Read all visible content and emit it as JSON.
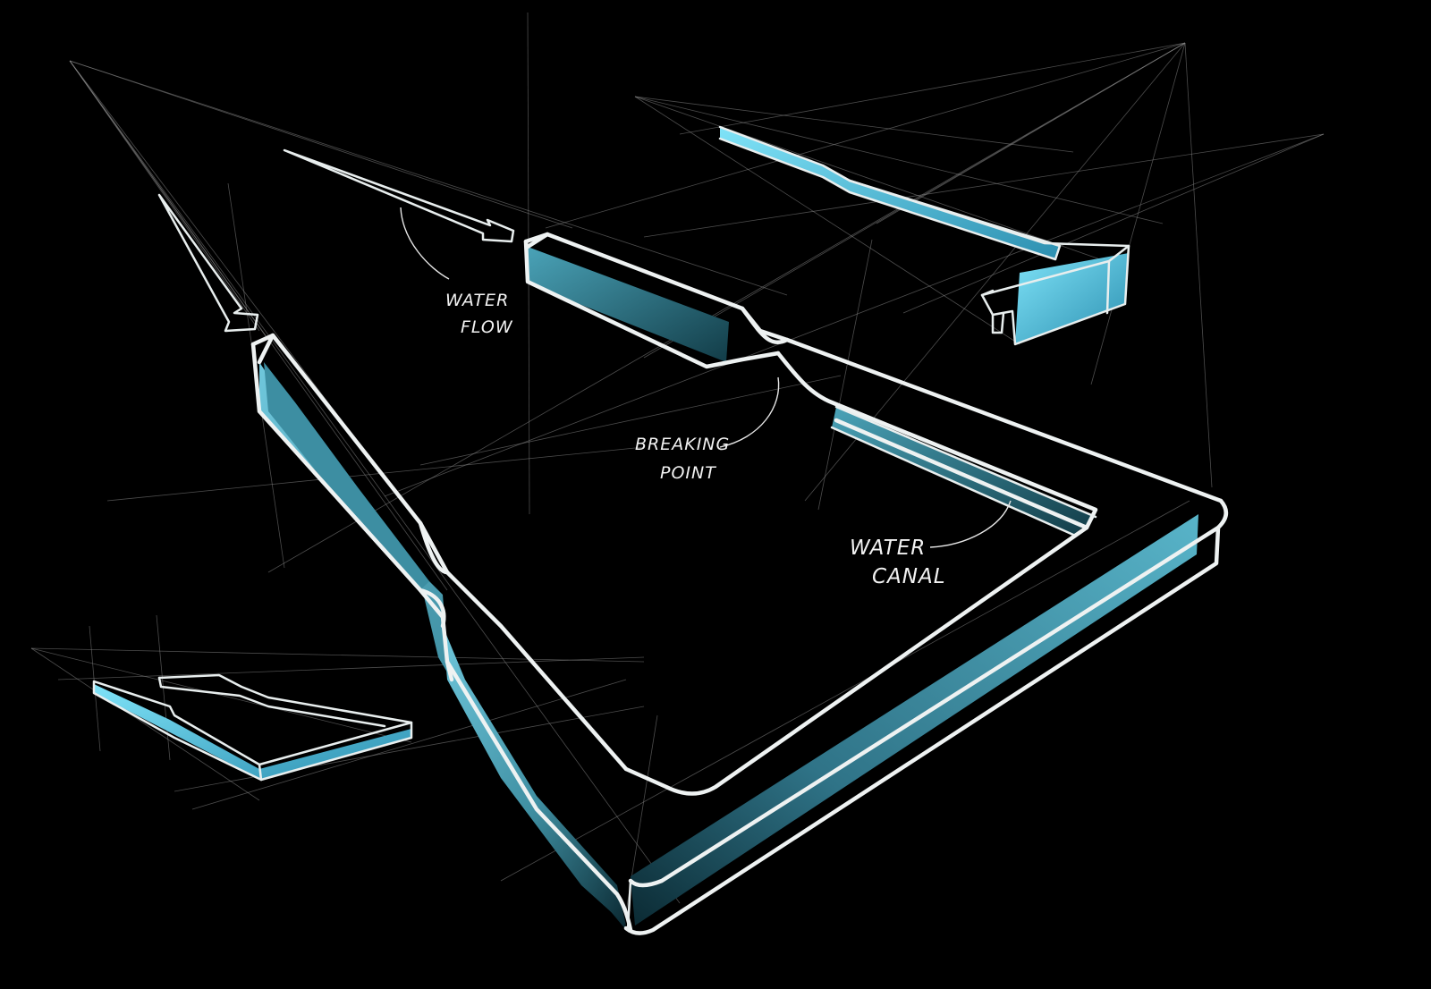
{
  "annotations": {
    "water_flow": [
      "WATER",
      "FLOW"
    ],
    "breaking_point": [
      "BREAKING",
      "POINT"
    ],
    "water_canal": [
      "WATER",
      "CANAL"
    ]
  },
  "colors": {
    "background": "#000000",
    "outline": "#eef2f2",
    "water_dark": "#0b2a33",
    "water_mid": "#3f8fa2",
    "water_light": "#6fc7dc",
    "water_bright": "#5fd6f4",
    "guide_lines": "#8a8a8a"
  }
}
